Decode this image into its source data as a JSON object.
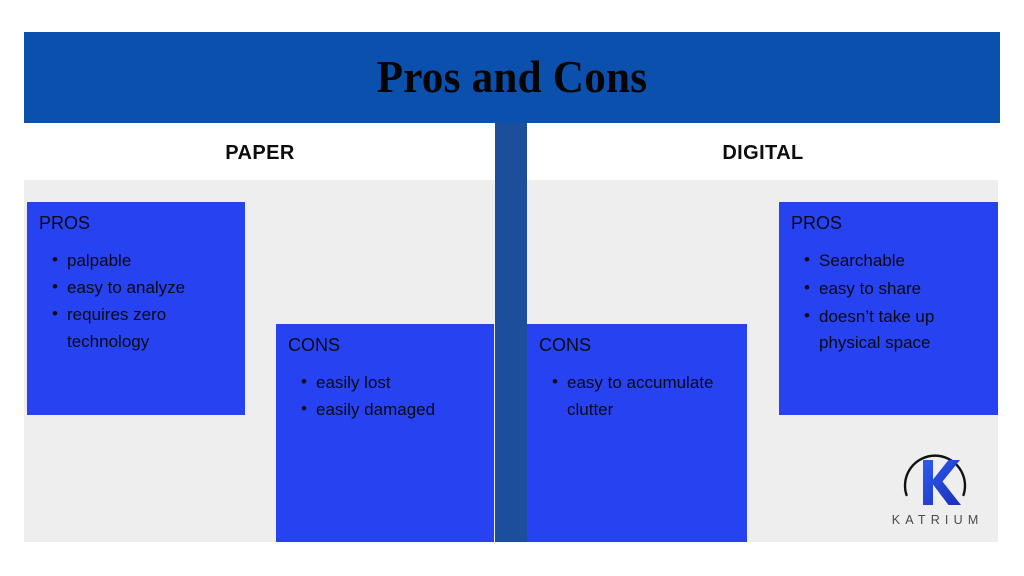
{
  "header": {
    "title": "Pros and Cons",
    "background_color": "#0b50ad",
    "title_color": "#050505"
  },
  "columns": {
    "left_label": "PAPER",
    "right_label": "DIGITAL"
  },
  "theme": {
    "card_blue": "#2743f1",
    "divider_blue": "#1d4e9c",
    "panel_grey": "#eeeeef",
    "text_color": "#0a0a14"
  },
  "cards": {
    "paper_pros": {
      "title": "PROS",
      "items": [
        "palpable",
        "easy to analyze",
        "requires zero technology"
      ]
    },
    "paper_cons": {
      "title": "CONS",
      "items": [
        "easily lost",
        "easily damaged"
      ]
    },
    "digital_cons": {
      "title": "CONS",
      "items": [
        "easy to accumulate clutter"
      ]
    },
    "digital_pros": {
      "title": "PROS",
      "items": [
        "Searchable",
        "easy to share",
        " doesn’t take up physical space"
      ]
    }
  },
  "logo": {
    "letter": "K",
    "wordmark": "KATRIUM",
    "mark_color_start": "#2d5bf0",
    "mark_color_end": "#1a2fb8",
    "ring_color": "#111111",
    "wordmark_color": "#4a4a4f"
  }
}
